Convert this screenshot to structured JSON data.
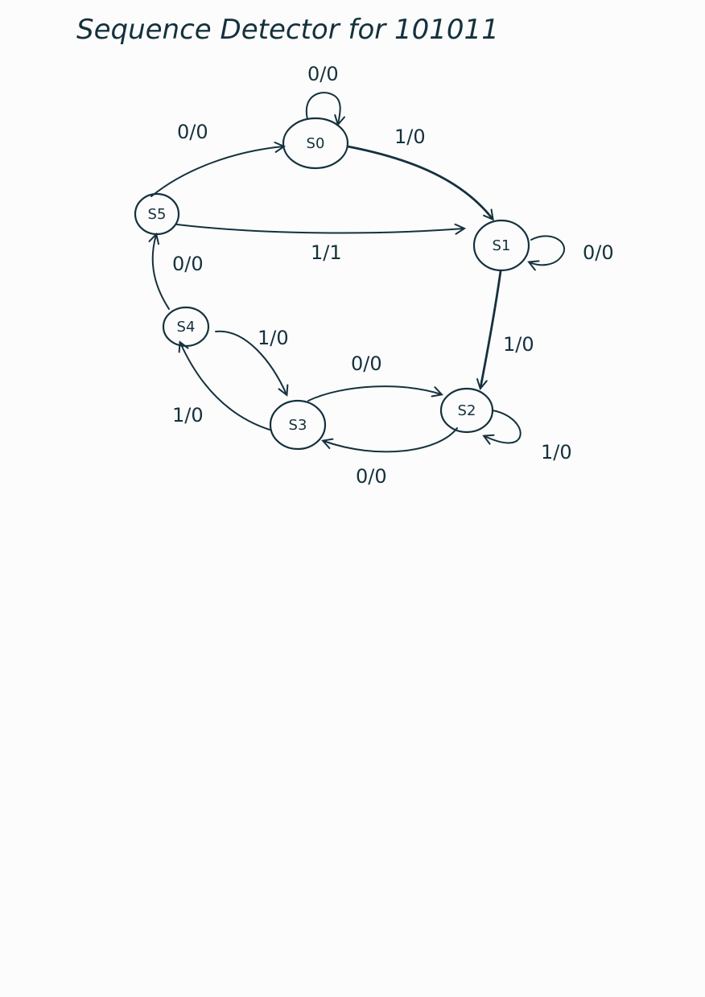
{
  "title": "Sequence Detector for 101011",
  "states": {
    "s0": "S0",
    "s1": "S1",
    "s2": "S2",
    "s3": "S3",
    "s4": "S4",
    "s5": "S5"
  },
  "transitions": {
    "s0_self": "0/0",
    "s0_to_s1": "1/0",
    "s1_self": "0/0",
    "s1_to_s2": "1/0",
    "s2_self": "1/0",
    "s2_to_s3": "0/0",
    "s3_to_s2": "0/0",
    "s3_to_s4": "1/0",
    "s4_to_s3": "1/0",
    "s4_to_s5": "0/0",
    "s5_to_s0": "0/0",
    "s5_to_s1": "1/1"
  },
  "ink_color": "#14313d"
}
